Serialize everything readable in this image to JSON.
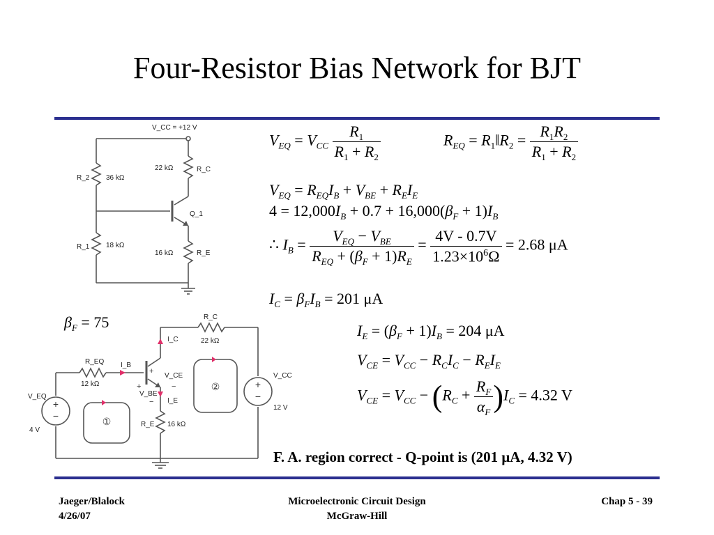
{
  "title": "Four-Resistor Bias Network for BJT",
  "colors": {
    "rule": "#2b2f8f",
    "circuit_line": "#555555",
    "loop_marker": "#e0306a"
  },
  "circuit_top": {
    "vcc": "V_CC = +12 V",
    "r2": "R_2",
    "r2_value": "36 kΩ",
    "rc": "R_C",
    "rc_value": "22 kΩ",
    "q1": "Q_1",
    "r1": "R_1",
    "r1_value": "18 kΩ",
    "re": "R_E",
    "re_value": "16 kΩ"
  },
  "beta": "75",
  "circuit_bottom": {
    "req": "R_EQ",
    "req_value": "12 kΩ",
    "ib": "I_B",
    "veq": "V_EQ",
    "veq_value": "4 V",
    "rc": "R_C",
    "rc_value": "22 kΩ",
    "ic": "I_C",
    "vce": "V_CE",
    "vbe": "V_BE",
    "ie": "I_E",
    "re": "R_E",
    "re_value": "16 kΩ",
    "vcc": "V_CC",
    "vcc_value": "12 V",
    "loop1": "①",
    "loop2": "②"
  },
  "equations": {
    "ib_numeric_numerator": "4V - 0.7V",
    "ib_numeric_denominator_mantissa": "1.23×10",
    "ib_numeric_exponent": "6",
    "ib_numeric_unit": "Ω",
    "ib_value": "2.68 μA",
    "ic_value": "201 μA",
    "ie_value": "204 μA",
    "vce_value": "4.32 V"
  },
  "conclusion": "F. A. region correct - Q-point is (201 μA, 4.32 V)",
  "footer": {
    "author": "Jaeger/Blalock",
    "date": "4/26/07",
    "course": "Microelectronic Circuit Design",
    "publisher": "McGraw-Hill",
    "page": "Chap 5 - 39"
  }
}
